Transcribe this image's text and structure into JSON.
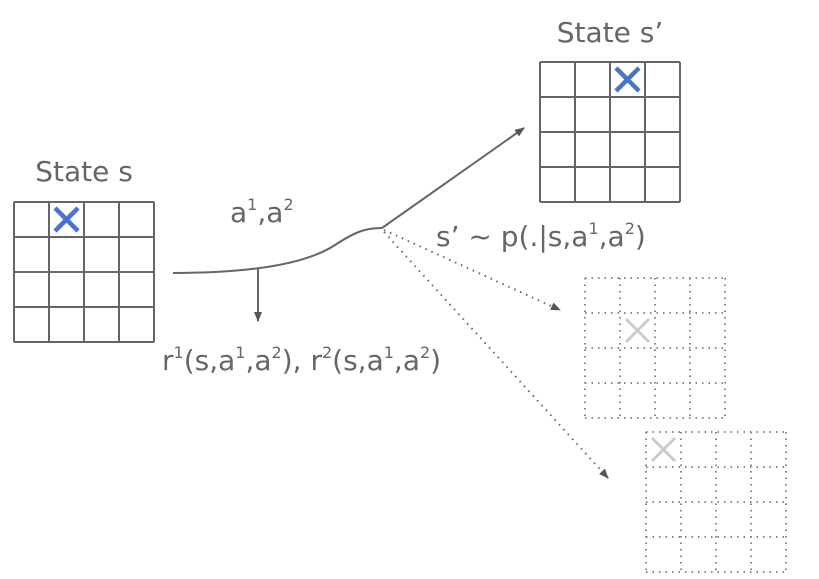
{
  "labels": {
    "state_s": "State s",
    "state_s_prime": "State s’",
    "actions": {
      "a": "a",
      "sup1": "1",
      "comma": ",",
      "a2": "a",
      "sup2": "2"
    },
    "transition": {
      "pre": "s’ ~ p(.|s,a",
      "sup1": "1",
      "mid": ",a",
      "sup2": "2",
      "post": ")"
    },
    "rewards": {
      "r1": "r",
      "r1_sup": "1",
      "r1_args": "(s,a",
      "r1_a1sup": "1",
      "r1_mid": ",a",
      "r1_a2sup": "2",
      "r1_close": "), ",
      "r2": "r",
      "r2_sup": "2",
      "r2_args": "(s,a",
      "r2_a1sup": "1",
      "r2_mid": ",a",
      "r2_a2sup": "2",
      "r2_close": ")"
    }
  },
  "grids": [
    {
      "name": "state-s",
      "rows": 4,
      "cols": 4,
      "marker": [
        0,
        1
      ],
      "style": "solid"
    },
    {
      "name": "state-s-prime",
      "rows": 4,
      "cols": 4,
      "marker": [
        0,
        2
      ],
      "style": "solid"
    },
    {
      "name": "alt-state-1",
      "rows": 4,
      "cols": 4,
      "marker": [
        1,
        1
      ],
      "style": "dotted"
    },
    {
      "name": "alt-state-2",
      "rows": 4,
      "cols": 4,
      "marker": [
        0,
        0
      ],
      "style": "dotted"
    }
  ],
  "colors": {
    "line": "#666666",
    "marker": "#4a72d0",
    "faded_marker": "#cccccc",
    "text": "#666666"
  }
}
